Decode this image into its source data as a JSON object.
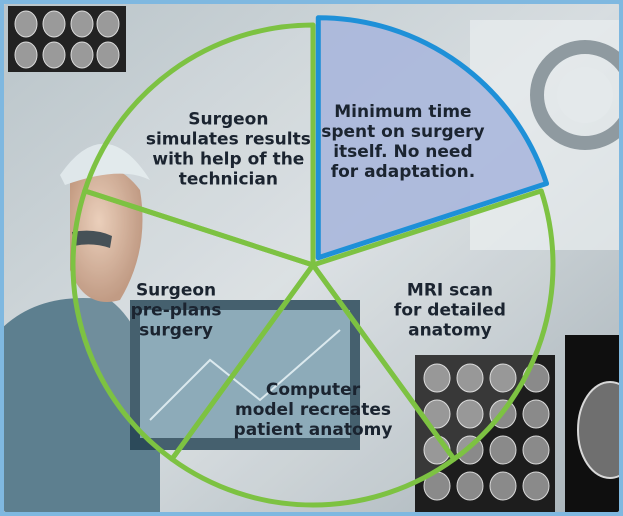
{
  "diagram": {
    "type": "cycle-pie",
    "segment_count": 5,
    "colors": {
      "ring": "#7dc242",
      "highlight_fill": "#a9b6dc",
      "highlight_border": "#1e90d8",
      "text": "#1b2430",
      "frame": "#7fb8e0"
    },
    "segments": [
      {
        "id": "minimum-time",
        "highlighted": true,
        "lines": [
          "Minimum time",
          "spent on surgery",
          "itself. No need",
          "for adaptation."
        ]
      },
      {
        "id": "mri-scan",
        "highlighted": false,
        "lines": [
          "MRI scan",
          "for detailed",
          "anatomy"
        ]
      },
      {
        "id": "computer-model",
        "highlighted": false,
        "lines": [
          "Computer",
          "model recreates",
          "patient anatomy"
        ]
      },
      {
        "id": "pre-plans",
        "highlighted": false,
        "lines": [
          "Surgeon",
          "pre-plans",
          "surgery"
        ]
      },
      {
        "id": "simulates",
        "highlighted": false,
        "lines": [
          "Surgeon",
          "simulates results",
          "with help of the",
          "technician"
        ]
      }
    ]
  }
}
